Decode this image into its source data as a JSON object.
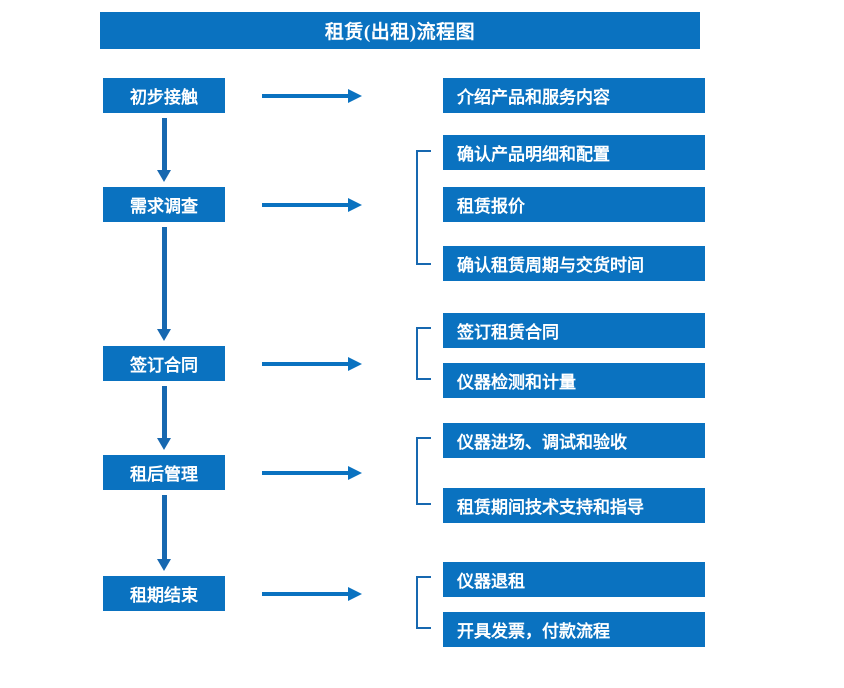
{
  "title": "租赁(出租)流程图",
  "accent_color": "#0a72c0",
  "arrow_color": "#1768b0",
  "text_color": "#ffffff",
  "stages": [
    {
      "label": "初步接触"
    },
    {
      "label": "需求调查"
    },
    {
      "label": "签订合同"
    },
    {
      "label": "租后管理"
    },
    {
      "label": "租期结束"
    }
  ],
  "details": {
    "group1": [
      {
        "label": "介绍产品和服务内容"
      }
    ],
    "group2": [
      {
        "label": "确认产品明细和配置"
      },
      {
        "label": "租赁报价"
      },
      {
        "label": "确认租赁周期与交货时间"
      }
    ],
    "group3": [
      {
        "label": "签订租赁合同"
      },
      {
        "label": "仪器检测和计量"
      }
    ],
    "group4": [
      {
        "label": "仪器进场、调试和验收"
      },
      {
        "label": "租赁期间技术支持和指导"
      }
    ],
    "group5": [
      {
        "label": "仪器退租"
      },
      {
        "label": "开具发票，付款流程"
      }
    ]
  }
}
